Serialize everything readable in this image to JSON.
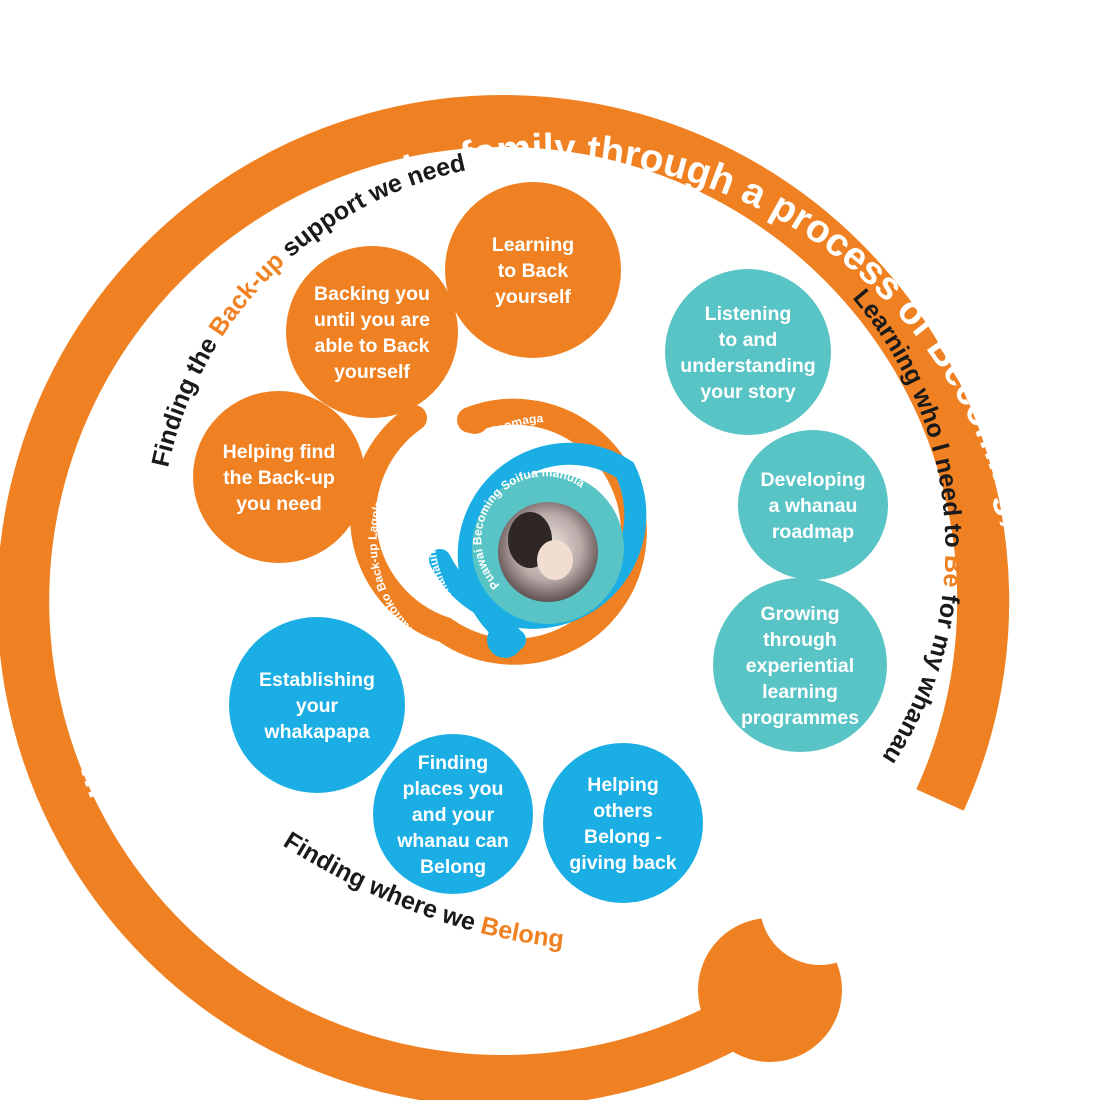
{
  "colors": {
    "orange": "#f08122",
    "teal": "#59c4c5",
    "blue": "#1aaee5",
    "dark": "#1a1a1a",
    "white": "#ffffff"
  },
  "outer_title": "Iosis : facilitating transformational change within the family through a process of Becoming, Belonging and Back-up",
  "sections": {
    "backup": {
      "pre": "Finding the ",
      "highlight": "Back-up",
      "post": " support we need"
    },
    "be": {
      "pre": "Learning who I need to ",
      "highlight": "Be",
      "post": " for my whanau"
    },
    "belong": {
      "pre": "Finding where we ",
      "highlight": "Belong",
      "post": ""
    }
  },
  "bubbles": {
    "orange": [
      {
        "lines": [
          "Learning",
          "to Back",
          "yourself"
        ]
      },
      {
        "lines": [
          "Backing you",
          "until you are",
          "able to Back",
          "yourself"
        ]
      },
      {
        "lines": [
          "Helping find",
          "the Back-up",
          "you need"
        ]
      }
    ],
    "teal": [
      {
        "lines": [
          "Listening",
          "to and",
          "understanding",
          "your story"
        ]
      },
      {
        "lines": [
          "Developing",
          "a whanau",
          "roadmap"
        ]
      },
      {
        "lines": [
          "Growing",
          "through",
          "experiential",
          "learning",
          "programmes"
        ]
      }
    ],
    "blue": [
      {
        "lines": [
          "Establishing",
          "your",
          "whakapapa"
        ]
      },
      {
        "lines": [
          "Finding",
          "places you",
          "and your",
          "whanau can",
          "Belong"
        ]
      },
      {
        "lines": [
          "Helping",
          "others",
          "Belong -",
          "giving back"
        ]
      }
    ]
  },
  "rings": {
    "orange": [
      "Tautoko",
      "Back-up",
      "Lagolagoina"
    ],
    "blue": [
      "Whanaungatanga",
      "Belonging",
      "Faasinomaga"
    ],
    "teal": [
      "Puawai",
      "Becoming",
      "Soifua manuia"
    ]
  },
  "center_photo": {
    "icon": "family-photo-icon"
  }
}
